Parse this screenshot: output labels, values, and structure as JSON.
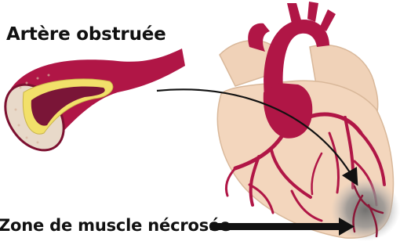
{
  "labels": {
    "artery": "Artère obstruée",
    "necrosis_zone": "Zone de muscle nécrosée"
  },
  "colors": {
    "vessel": "#b01646",
    "vessel_dark": "#7c1030",
    "heart_tissue": "#f3d6bd",
    "heart_outline": "#d9b89a",
    "plaque_yellow": "#f2e06a",
    "necrosis_gray": "#8a8a8a",
    "arrow": "#111111"
  },
  "icons": {
    "artery_cross_section": "obstructed-artery-illustration",
    "heart": "heart-illustration"
  }
}
